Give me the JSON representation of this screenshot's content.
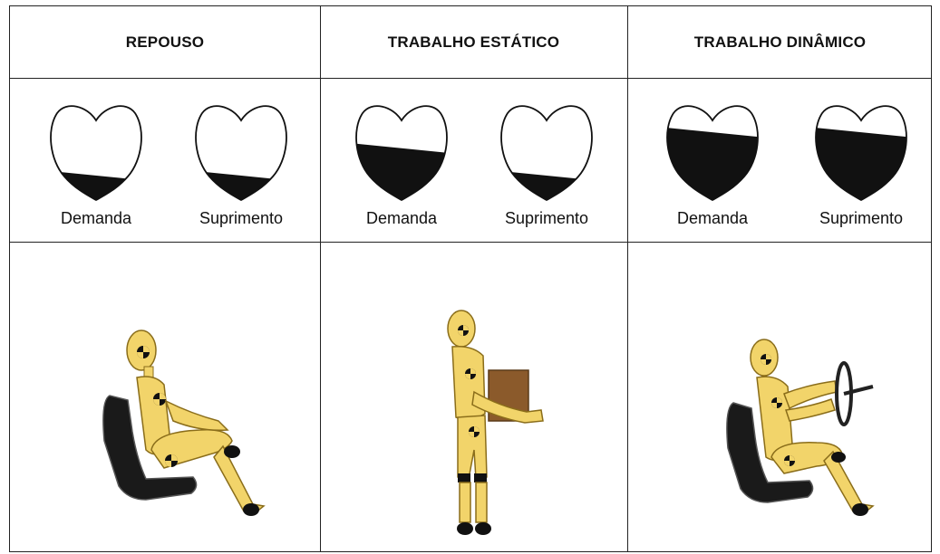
{
  "columns": [
    {
      "header": "REPOUSO",
      "demand_label": "Demanda",
      "supply_label": "Suprimento",
      "demand_level": 0.26,
      "supply_level": 0.26
    },
    {
      "header": "TRABALHO ESTÁTICO",
      "demand_label": "Demanda",
      "supply_label": "Suprimento",
      "demand_level": 0.55,
      "supply_level": 0.26
    },
    {
      "header": "TRABALHO DINÂMICO",
      "demand_label": "Demanda",
      "supply_label": "Suprimento",
      "demand_level": 0.72,
      "supply_level": 0.72
    }
  ],
  "colors": {
    "fill": "#111111",
    "skin": "#f2d46a",
    "skin_edge": "#8a6d1a",
    "seat": "#1a1a1a",
    "box": "#8b5a2b"
  },
  "icons": [
    "heart-icon",
    "crash-dummy-icon",
    "seat-icon",
    "box-icon",
    "steering-wheel-icon"
  ]
}
